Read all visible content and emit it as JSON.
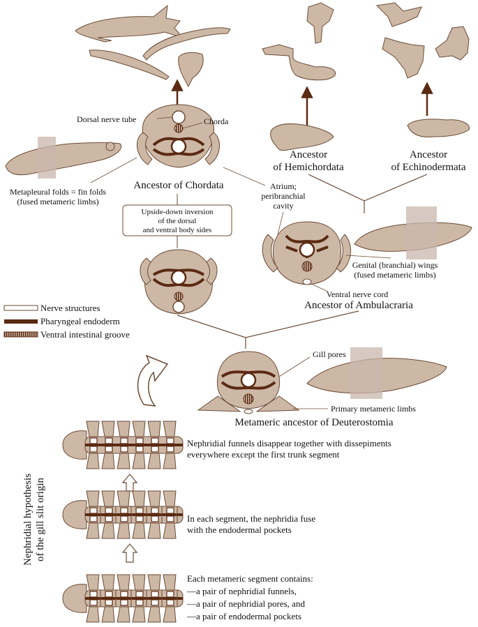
{
  "colors": {
    "body": "#cdb8a6",
    "body_dark": "#a98d77",
    "endoderm": "#5a2a12",
    "outline": "#6b4a34",
    "arrow": "#5a2a12",
    "line": "#6b4a34",
    "plane": "#c9b7ac"
  },
  "legend": {
    "nerve": "Nerve structures",
    "endoderm": "Pharyngeal endoderm",
    "groove": "Ventral intestinal groove"
  },
  "chordata": {
    "dorsal_nerve": "Dorsal nerve tube",
    "chorda": "Chorda",
    "title": "Ancestor of Chordata",
    "folds_1": "Metapleural folds = fin folds",
    "folds_2": "(fused metameric limbs)"
  },
  "inversion": {
    "line1": "Upside-down inversion",
    "line2": "of the dorsal",
    "line3": "and ventral body sides"
  },
  "atrium": {
    "line1": "Atrium;",
    "line2": "peribranchial",
    "line3": "cavity"
  },
  "hemichordata": {
    "line1": "Ancestor",
    "line2": "of Hemichordata"
  },
  "echinodermata": {
    "line1": "Ancestor",
    "line2": "of Echinodermata"
  },
  "ambulacraria": {
    "wings_1": "Genital (branchial) wings",
    "wings_2": "(fused metameric limbs)",
    "ventral_nerve": "Ventral nerve cord",
    "title": "Ancestor of Ambulacraria"
  },
  "deuterostomia": {
    "gill_pores": "Gill pores",
    "limbs": "Primary metameric limbs",
    "title": "Metameric ancestor of Deuterostomia"
  },
  "hypothesis": {
    "vertical_1": "Nephridial hypothesis",
    "vertical_2": "of the gill slit origin",
    "step3_1": "Nephridial funnels disappear together with dissepiments",
    "step3_2": "everywhere except the first trunk segment",
    "step2_1": "In each segment, the nephridia fuse",
    "step2_2": "with the endodermal pockets",
    "step1_1": "Each metameric segment contains:",
    "step1_2": "—a pair of nephridial funnels,",
    "step1_3": "—a pair of nephridial pores, and",
    "step1_4": "—a pair of endodermal pockets"
  }
}
